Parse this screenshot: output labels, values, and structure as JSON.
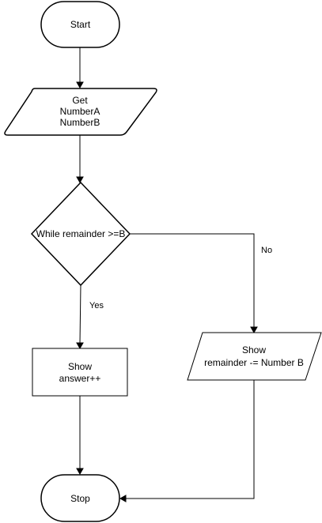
{
  "nodes": {
    "start": {
      "label": "Start"
    },
    "get_input": {
      "lines": [
        "Get",
        "NumberA",
        "NumberB"
      ]
    },
    "decision": {
      "label": "While remainder >=B"
    },
    "show_answer": {
      "lines": [
        "Show",
        "answer++"
      ]
    },
    "show_remainder": {
      "lines": [
        "Show",
        "remainder -= Number B"
      ]
    },
    "stop": {
      "label": "Stop"
    }
  },
  "edges": {
    "yes_label": "Yes",
    "no_label": "No"
  }
}
